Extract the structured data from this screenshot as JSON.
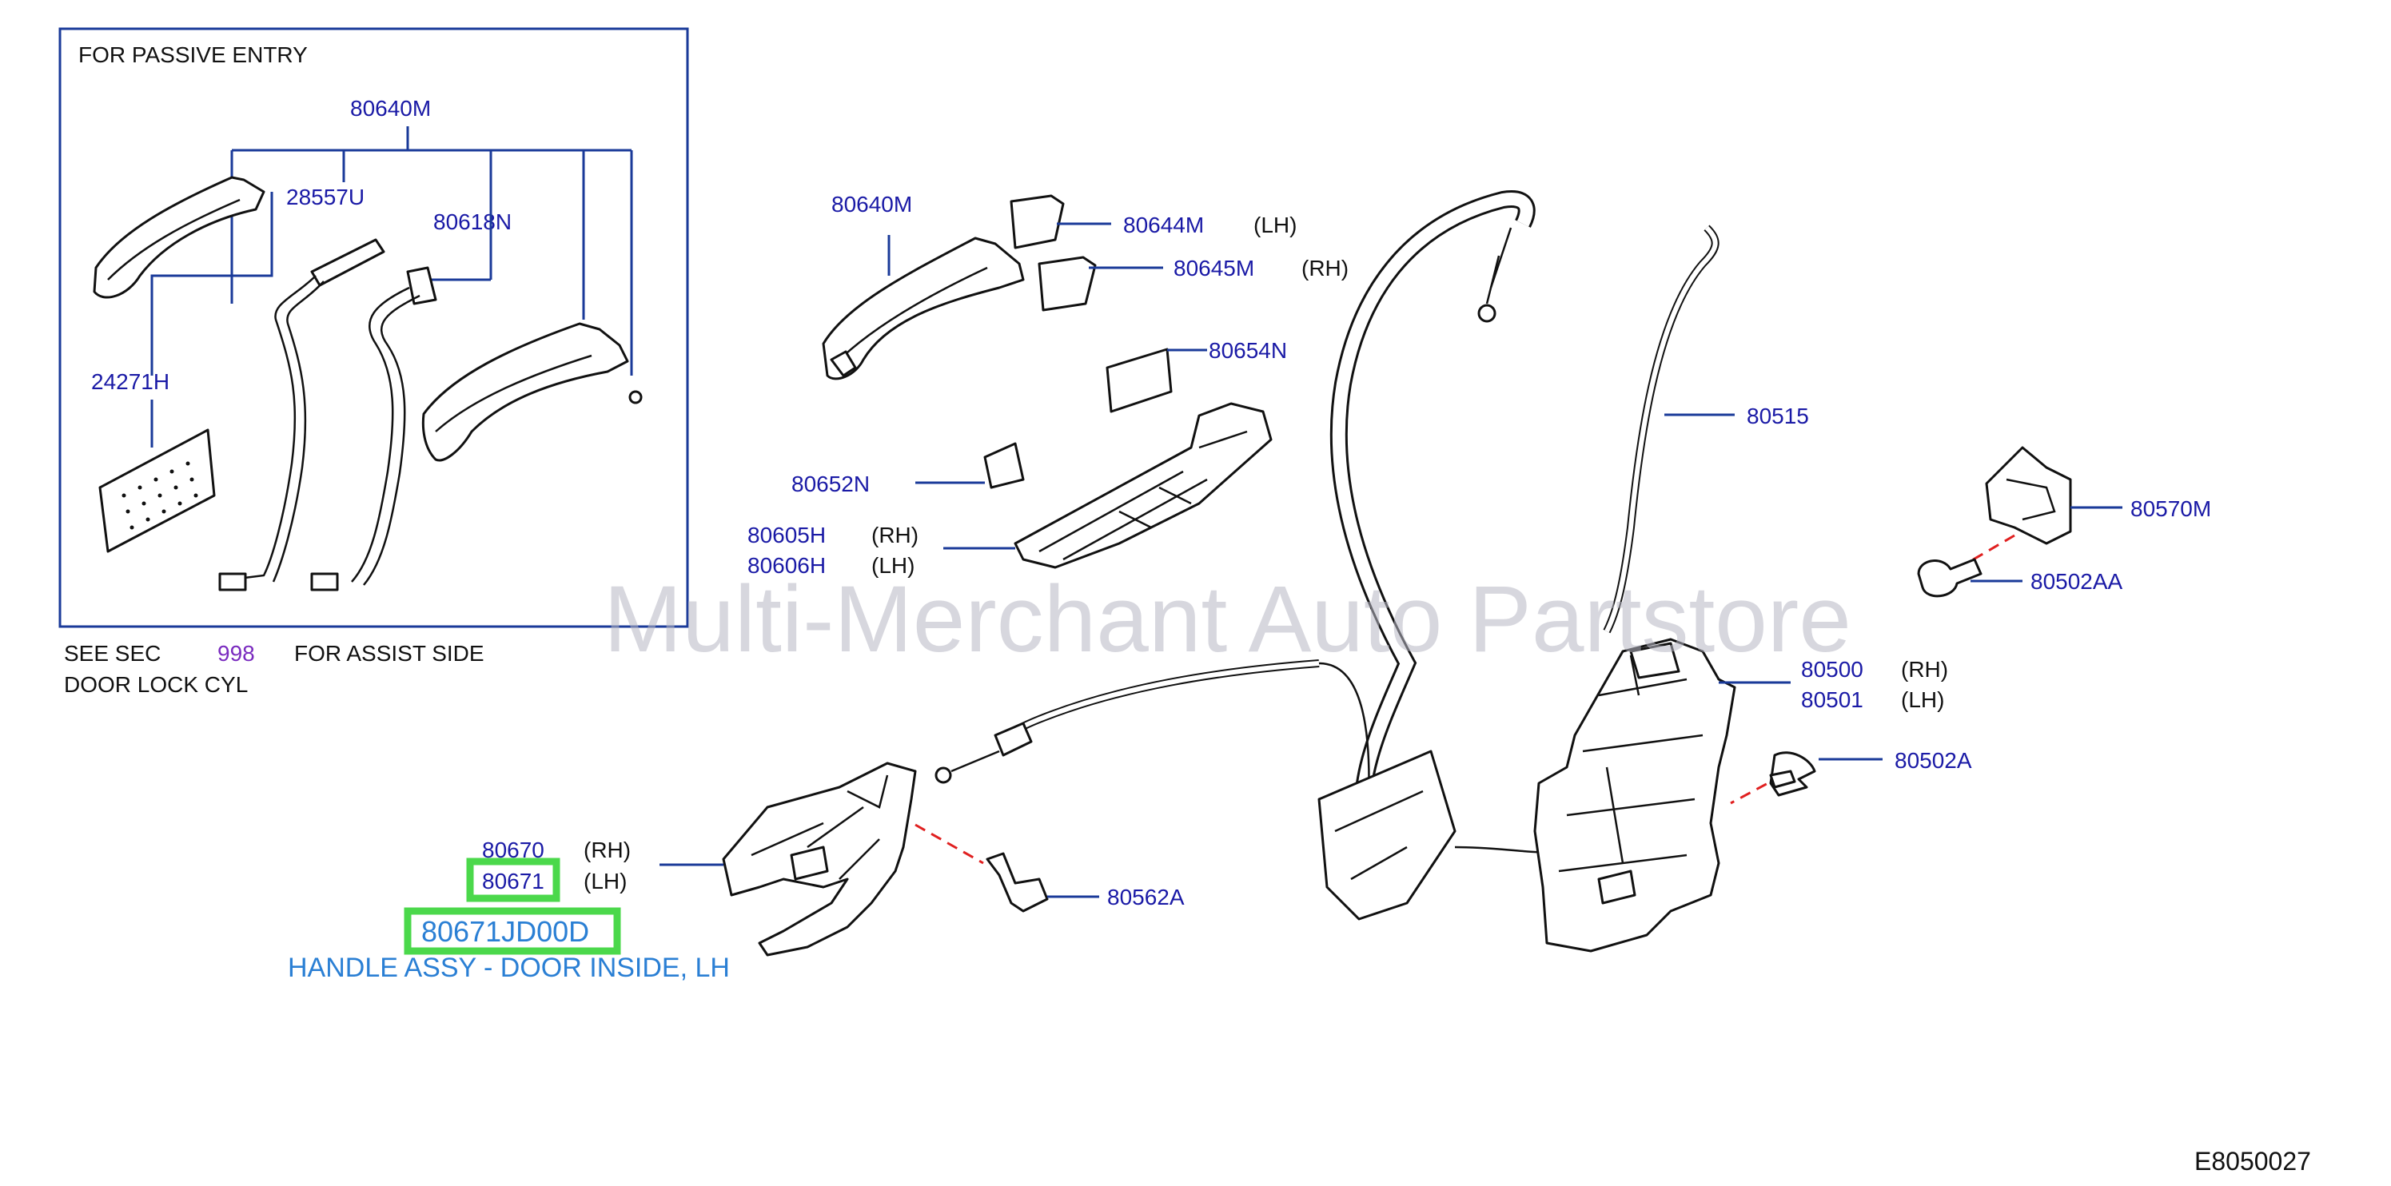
{
  "inset": {
    "title": "FOR   PASSIVE   ENTRY",
    "labels": {
      "handle": "80640M",
      "sensor": "28557U",
      "request_switch": "80618N",
      "antenna": "24271H"
    }
  },
  "see_note": {
    "line1_a": "SEE   SEC",
    "line1_ref": "998",
    "line1_b": "FOR   ASSIST   SIDE",
    "line2": "DOOR   LOCK   CYL"
  },
  "parts": {
    "outer_handle": "80640M",
    "cap_lh": "80644M",
    "cap_lh_side": "(LH)",
    "cap_rh": "80645M",
    "cap_rh_side": "(RH)",
    "gasket_front": "80654N",
    "gasket_rear": "80652N",
    "bracket_rh": "80605H",
    "bracket_rh_side": "(RH)",
    "bracket_lh": "80606H",
    "bracket_lh_side": "(LH)",
    "rod": "80515",
    "striker": "80570M",
    "striker_screw": "80502AA",
    "lock_rh": "80500",
    "lock_rh_side": "(RH)",
    "lock_lh": "80501",
    "lock_lh_side": "(LH)",
    "lock_screw": "80502A",
    "inside_rh": "80670",
    "inside_rh_side": "(RH)",
    "inside_lh": "80671",
    "inside_lh_side": "(LH)",
    "inside_bolt": "80562A"
  },
  "selection": {
    "part_number": "80671JD00D",
    "description": "HANDLE ASSY - DOOR INSIDE, LH",
    "highlight_color": "#4bd84b",
    "text_color": "#2a7fd4"
  },
  "watermark": "Multi-Merchant Auto Partstore",
  "diagram_code": "E8050027"
}
